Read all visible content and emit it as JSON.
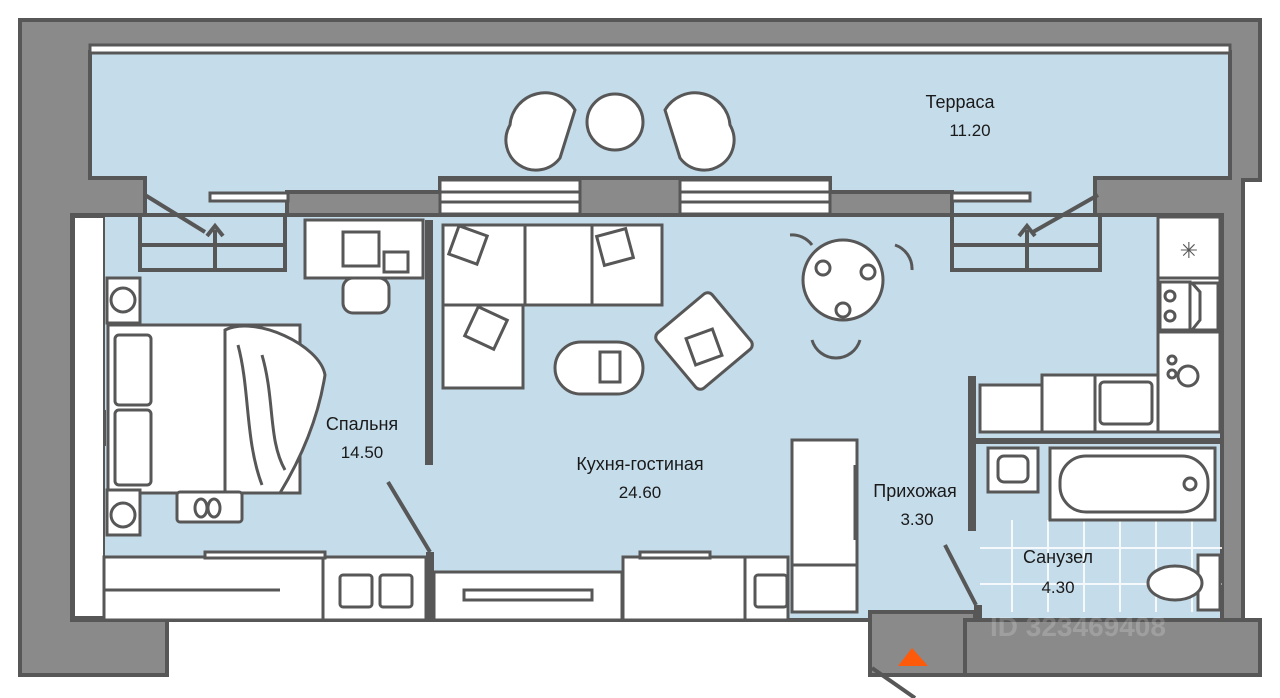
{
  "plan": {
    "colors": {
      "wall": "#8a8a8a",
      "outline": "#575757",
      "floor": "#c5dcea",
      "furniture": "#ffffff",
      "entry_marker": "#ff5a0a"
    },
    "rooms": [
      {
        "name": "Терраса",
        "area": "11.20"
      },
      {
        "name": "Спальня",
        "area": "14.50"
      },
      {
        "name": "Кухня-гостиная",
        "area": "24.60"
      },
      {
        "name": "Прихожая",
        "area": "3.30"
      },
      {
        "name": "Санузел",
        "area": "4.30"
      }
    ],
    "watermark": "ID 323469408"
  }
}
